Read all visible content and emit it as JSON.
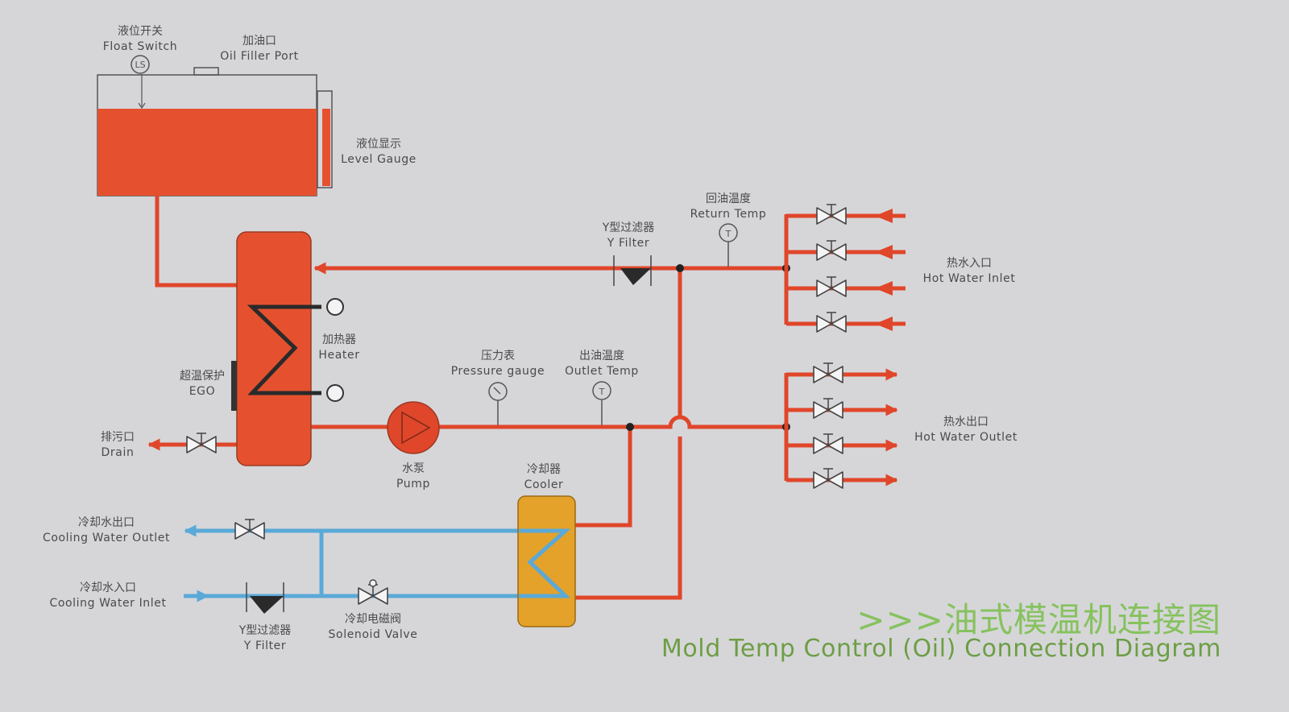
{
  "title": {
    "cn": ">>>油式模温机连接图",
    "en": "Mold Temp Control (Oil) Connection Diagram"
  },
  "labels": {
    "float_switch": {
      "cn": "液位开关",
      "en": "Float Switch"
    },
    "oil_filler": {
      "cn": "加油口",
      "en": "Oil Filler Port"
    },
    "level_gauge": {
      "cn": "液位显示",
      "en": "Level Gauge"
    },
    "heater": {
      "cn": "加热器",
      "en": "Heater"
    },
    "ego": {
      "cn": "超温保护",
      "en": "EGO"
    },
    "drain": {
      "cn": "排污口",
      "en": "Drain"
    },
    "pump": {
      "cn": "水泵",
      "en": "Pump"
    },
    "pressure_gauge": {
      "cn": "压力表",
      "en": "Pressure gauge"
    },
    "outlet_temp": {
      "cn": "出油温度",
      "en": "Outlet Temp"
    },
    "return_temp": {
      "cn": "回油温度",
      "en": "Return Temp"
    },
    "y_filter_top": {
      "cn": "Y型过滤器",
      "en": "Y Filter"
    },
    "hot_inlet": {
      "cn": "热水入口",
      "en": "Hot Water Inlet"
    },
    "hot_outlet": {
      "cn": "热水出口",
      "en": "Hot Water Outlet"
    },
    "cooler": {
      "cn": "冷却器",
      "en": "Cooler"
    },
    "cooling_outlet": {
      "cn": "冷却水出口",
      "en": "Cooling Water Outlet"
    },
    "cooling_inlet": {
      "cn": "冷却水入口",
      "en": "Cooling Water Inlet"
    },
    "y_filter_bottom": {
      "cn": "Y型过滤器",
      "en": "Y Filter"
    },
    "solenoid": {
      "cn": "冷却电磁阀",
      "en": "Solenoid Valve"
    }
  },
  "symbols": {
    "float_switch": "LS",
    "outlet_temp": "T",
    "return_temp": "T"
  },
  "colors": {
    "hot_oil": "#e0462a",
    "tank_fill": "#e5512f",
    "cooling_water": "#5aa9d8",
    "cooler_body": "#e4a22a",
    "title_cn": "#86c25e",
    "title_en": "#6d9e45",
    "label_text": "#4a4a4a",
    "background": "#d6d6d9"
  }
}
